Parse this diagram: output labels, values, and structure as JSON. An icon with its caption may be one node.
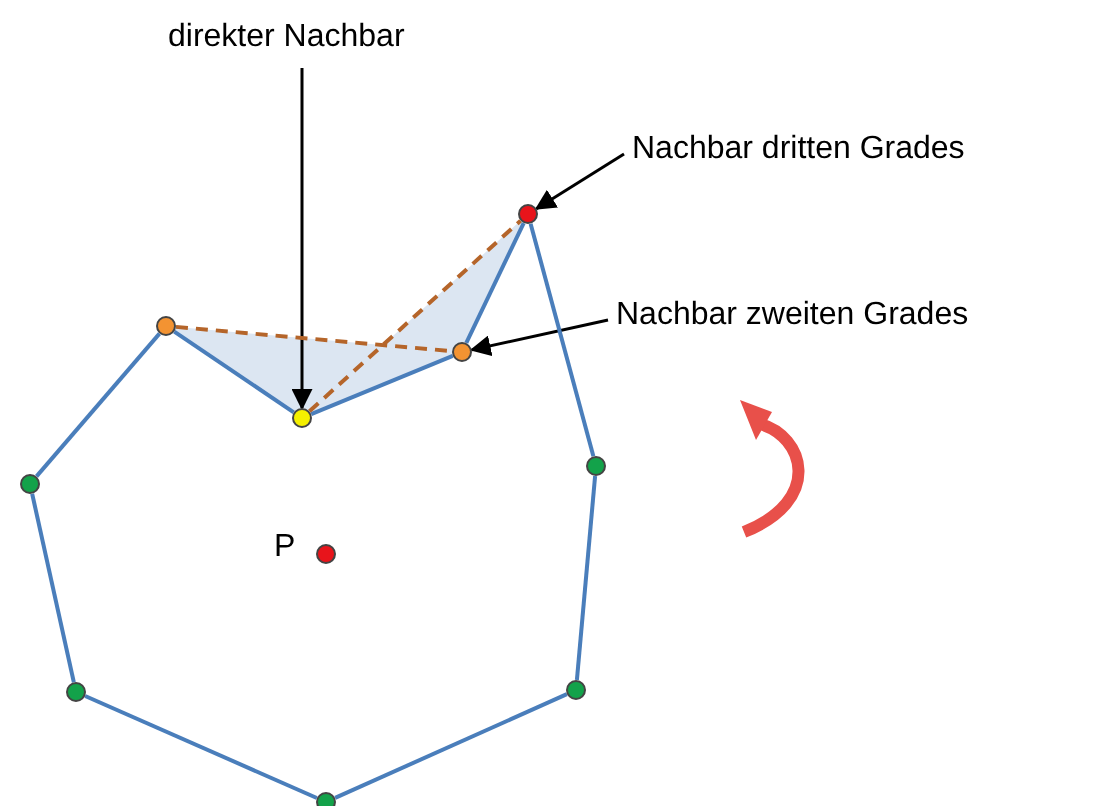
{
  "diagram": {
    "nodes": [
      {
        "text": [
          "direkter Nachbar"
        ]
      },
      {
        "text": [
          "Nachbar dritten Grades"
        ]
      },
      {
        "text": [],
        "shape": "circle"
      },
      {
        "text": [
          "Nachbar zweiten Grades"
        ]
      },
      {
        "text": [],
        "shape": "circle"
      },
      {
        "text": [],
        "shape": "circle"
      },
      {
        "text": [],
        "shape": "circle"
      },
      {
        "text": [],
        "shape": "circle"
      },
      {
        "text": [],
        "shape": "circle"
      },
      {
        "text": [],
        "shape": "circle",
        "beside": [
          "P"
        ]
      },
      {
        "text": [],
        "shape": "circle"
      },
      {
        "text": [],
        "shape": "circle"
      },
      {
        "text": [],
        "shape": "circle"
      }
    ],
    "edges": [
      {
        "from": 0,
        "to": 6,
        "arrow": "to",
        "color": "#000000"
      },
      {
        "from": 1,
        "to": 2,
        "arrow": "to",
        "color": "#000000"
      },
      {
        "from": 3,
        "to": 5,
        "arrow": "to",
        "color": "#000000"
      },
      {
        "from": 4,
        "to": 6,
        "arrow": "none"
      },
      {
        "from": 6,
        "to": 5,
        "arrow": "none"
      },
      {
        "from": 5,
        "to": 2,
        "arrow": "none"
      },
      {
        "from": 2,
        "to": 7,
        "arrow": "none"
      },
      {
        "from": 7,
        "to": 10,
        "arrow": "none"
      },
      {
        "from": 10,
        "to": 12,
        "arrow": "none"
      },
      {
        "from": 12,
        "to": 11,
        "arrow": "none"
      },
      {
        "from": 11,
        "to": 8,
        "arrow": "none"
      },
      {
        "from": 8,
        "to": 4,
        "arrow": "none"
      },
      {
        "from": 4,
        "to": 5,
        "arrow": "none",
        "style": "dashed",
        "color": "#b5652a"
      },
      {
        "from": 6,
        "to": 2,
        "arrow": "none",
        "style": "dashed",
        "color": "#b5652a"
      }
    ]
  }
}
